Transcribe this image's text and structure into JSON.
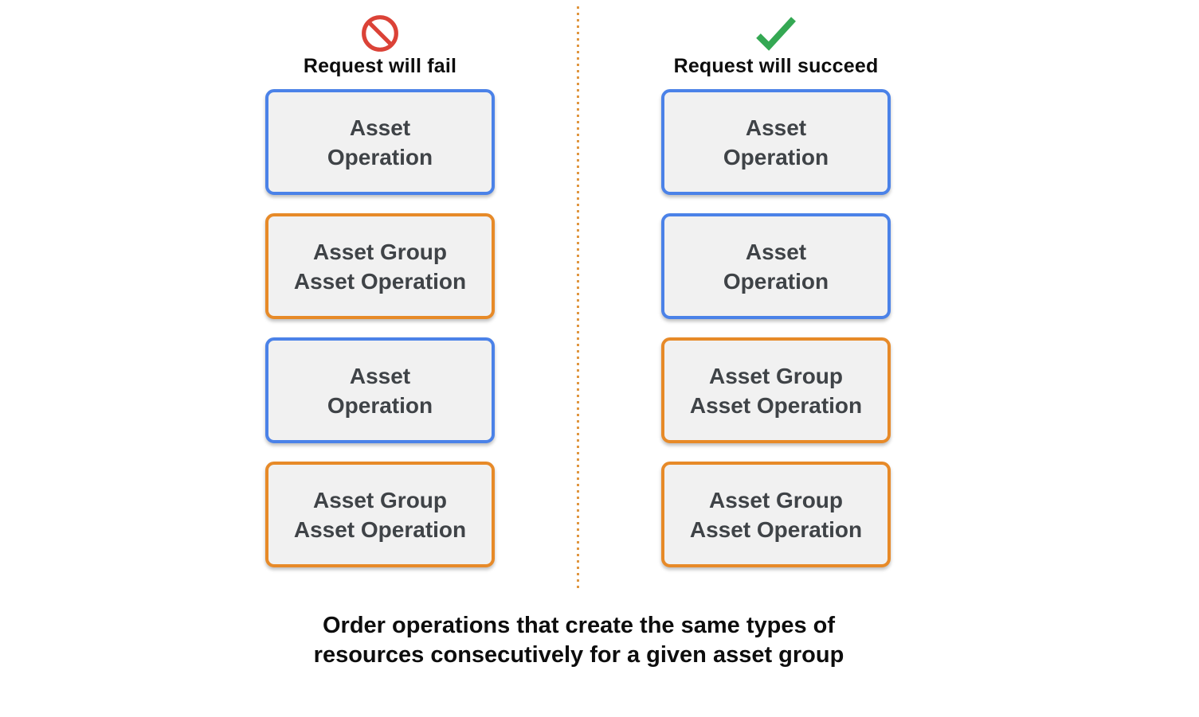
{
  "diagram": {
    "columns": [
      {
        "icon": "prohibited-icon",
        "title": "Request will fail",
        "boxes": [
          {
            "line1": "Asset",
            "line2": "Operation",
            "variant": "blue"
          },
          {
            "line1": "Asset Group",
            "line2": "Asset Operation",
            "variant": "orange"
          },
          {
            "line1": "Asset",
            "line2": "Operation",
            "variant": "blue"
          },
          {
            "line1": "Asset Group",
            "line2": "Asset Operation",
            "variant": "orange"
          }
        ]
      },
      {
        "icon": "check-icon",
        "title": "Request will succeed",
        "boxes": [
          {
            "line1": "Asset",
            "line2": "Operation",
            "variant": "blue"
          },
          {
            "line1": "Asset",
            "line2": "Operation",
            "variant": "blue"
          },
          {
            "line1": "Asset Group",
            "line2": "Asset Operation",
            "variant": "orange"
          },
          {
            "line1": "Asset Group",
            "line2": "Asset Operation",
            "variant": "orange"
          }
        ]
      }
    ],
    "caption": {
      "line1": "Order operations that create the same types of",
      "line2": "resources consecutively for a given asset group"
    },
    "colors": {
      "blue_border": "#4b82e8",
      "orange_border": "#e78a28",
      "box_background": "#f1f1f1",
      "box_text": "#3f4347",
      "fail_icon_red": "#db4237",
      "success_icon_green": "#34a853",
      "divider_orange": "#e0963f",
      "heading_text": "#0d0d0d"
    }
  }
}
